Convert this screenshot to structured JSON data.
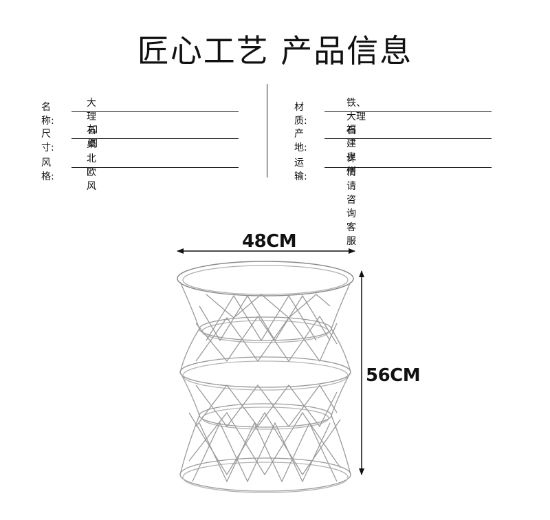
{
  "title": "匠心工艺  产品信息",
  "specs_left": [
    {
      "label": "名称:",
      "value": "大理石桌"
    },
    {
      "label": "尺寸:",
      "value": "如图"
    },
    {
      "label": "风格:",
      "value": "北欧风"
    }
  ],
  "specs_right": [
    {
      "label": "材质:",
      "value": "铁、大理石"
    },
    {
      "label": "产地:",
      "value": "福建泉州"
    },
    {
      "label": "运输:",
      "value": "详情请咨询客服"
    }
  ],
  "dimensions": {
    "width_label": "48CM",
    "height_label": "56CM"
  }
}
